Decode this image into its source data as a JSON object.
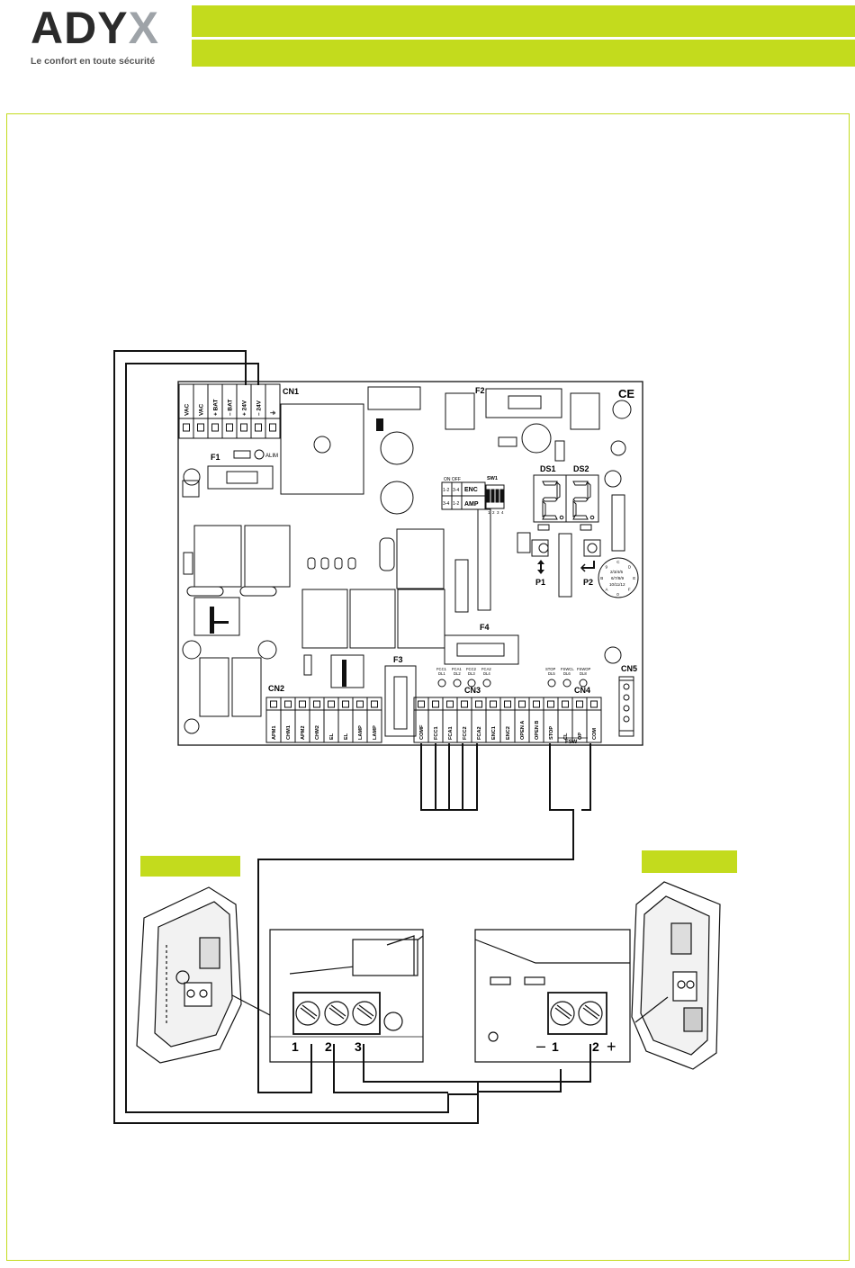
{
  "header": {
    "logo_main": "ADY",
    "logo_x": "X",
    "tagline": "Le confort en toute sécurité",
    "accent_color": "#c3db1d"
  },
  "board": {
    "cn1_label": "CN1",
    "cn1_terminals": [
      "VAC",
      "VAC",
      "+ BAT",
      "– BAT",
      "+ 24V",
      "– 24V",
      "⏚"
    ],
    "f1_label": "F1",
    "alim_label": "ALIM",
    "f2_label": "F2",
    "f3_label": "F3",
    "f4_label": "F4",
    "ce_mark": "CE",
    "sw1_label": "SW1",
    "onoff_label": "ON OFF",
    "dip_matrix": [
      "1-2",
      "3-4",
      "3-4",
      "1-2"
    ],
    "enc_label": "ENC",
    "amp_label": "AMP",
    "dip_numbers": [
      "1",
      "2",
      "3",
      "4"
    ],
    "ds1_label": "DS1",
    "ds2_label": "DS2",
    "p1_label": "P1",
    "p2_label": "P2",
    "dial_text": [
      "2/3/4/5",
      "6/7/8/9",
      "10/11/12"
    ],
    "dial_letters": [
      "C",
      "D",
      "E",
      "F",
      "0",
      "A",
      "B",
      "9"
    ],
    "cn2_label": "CN2",
    "cn2_terminals": [
      "APM1",
      "CHM1",
      "APM2",
      "CHM2",
      "EL",
      "EL",
      "LAMP",
      "LAMP"
    ],
    "cn3_label": "CN3",
    "cn3_terminals": [
      "COMF",
      "FCC1",
      "FCA1",
      "FCC2",
      "FCA2",
      "ENC1",
      "ENC2"
    ],
    "cn4_label": "CN4",
    "cn4_terminals": [
      "OPEN A",
      "OPEN B",
      "STOP",
      "CL",
      "OP",
      "COM"
    ],
    "fsw_label": "FSW",
    "cn5_label": "CN5",
    "led_labels_cn3": [
      "FCC1 DL1",
      "FCA1 DL2",
      "FCC2 DL3",
      "FCA2 DL4"
    ],
    "led_labels_cn4": [
      "STOP DL5",
      "FSWCL DL6",
      "FSWOP DL8"
    ]
  },
  "photocells": {
    "receiver_terminals": [
      "1",
      "2",
      "3"
    ],
    "transmitter_terminals": [
      "1",
      "2"
    ],
    "minus_sign": "–",
    "plus_sign": "+"
  }
}
